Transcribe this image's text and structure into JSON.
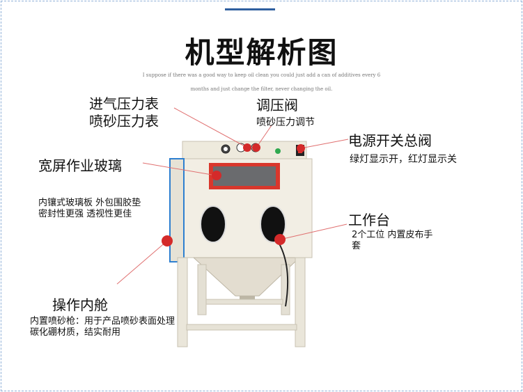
{
  "title": "机型解析图",
  "subtitle_line1": "I suppose if there was a good way to keep oil clean you could just add a can of additives every 6",
  "subtitle_line2": "months and just change the filter, never changing the oil.",
  "labels": {
    "gauge_intake": "进气压力表",
    "gauge_blast": "喷砂压力表",
    "valve_title": "调压阀",
    "valve_desc": "喷砂压力调节",
    "power_title": "电源开关总阀",
    "power_desc": "绿灯显示开，红灯显示关",
    "glass_title": "宽屏作业玻璃",
    "glass_desc1": "内镶式玻璃板 外包围胶垫",
    "glass_desc2": "密封性更强 透视性更佳",
    "bench_title": "工作台",
    "bench_desc1": "2个工位 内置皮布手",
    "bench_desc2": "套",
    "cabin_title": "操作内舱",
    "cabin_desc1": "内置喷砂枪：用于产品喷砂表面处理",
    "cabin_desc2": "碳化硼材质，结实耐用"
  },
  "colors": {
    "marker": "#d42a2a",
    "line": "#e07070",
    "cabinet": "#eeeadd",
    "frame_blue": "#2d7fd0",
    "window_red": "#d9372c",
    "top_accent": "#2f5f9f"
  }
}
